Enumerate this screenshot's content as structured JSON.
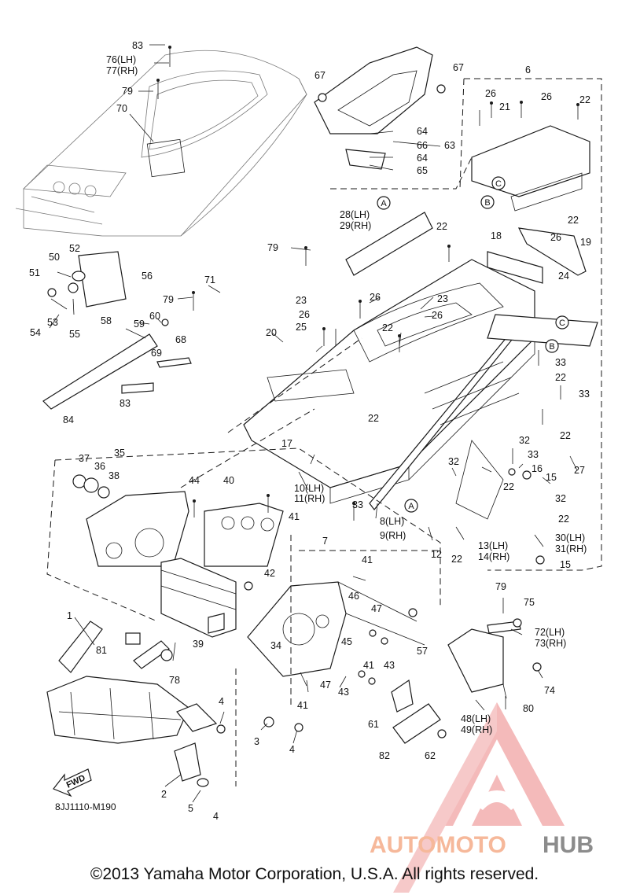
{
  "diagram_code": "8JJ1110-M190",
  "fwd_label": "FWD",
  "copyright": "©2013 Yamaha Motor Corporation, U.S.A. All rights reserved.",
  "watermark": {
    "part1": "AUTOMOTO",
    "part2": "HUB",
    "color_auto": "#f6b89a",
    "color_hub": "#8c8c8c",
    "logo_color": "#ee9090"
  },
  "callouts": [
    "A",
    "B",
    "C",
    "A",
    "B",
    "C"
  ],
  "labels": {
    "p1": "1",
    "p2": "2",
    "p3": "3",
    "p4a": "4",
    "p4b": "4",
    "p4c": "4",
    "p5": "5",
    "p6": "6",
    "p7": "7",
    "p8": "8(LH)",
    "p9": "9(RH)",
    "p10": "10(LH)",
    "p11": "11(RH)",
    "p12": "12",
    "p13": "13(LH)",
    "p14": "14(RH)",
    "p15a": "15",
    "p15b": "15",
    "p16": "16",
    "p17": "17",
    "p18": "18",
    "p19": "19",
    "p20": "20",
    "p21": "21",
    "p22a": "22",
    "p22b": "22",
    "p22c": "22",
    "p22d": "22",
    "p22e": "22",
    "p22f": "22",
    "p22g": "22",
    "p22h": "22",
    "p22i": "22",
    "p23a": "23",
    "p23b": "23",
    "p24": "24",
    "p25": "25",
    "p26a": "26",
    "p26b": "26",
    "p26c": "26",
    "p26d": "26",
    "p26e": "26",
    "p26f": "26",
    "p27": "27",
    "p28": "28(LH)",
    "p29": "29(RH)",
    "p30": "30(LH)",
    "p31": "31(RH)",
    "p32a": "32",
    "p32b": "32",
    "p32c": "32",
    "p33a": "33",
    "p33b": "33",
    "p33c": "33",
    "p33d": "33",
    "p34": "34",
    "p35": "35",
    "p36": "36",
    "p37": "37",
    "p38": "38",
    "p39": "39",
    "p40": "40",
    "p41a": "41",
    "p41b": "41",
    "p41c": "41",
    "p41d": "41",
    "p42": "42",
    "p43a": "43",
    "p43b": "43",
    "p44": "44",
    "p45": "45",
    "p46": "46",
    "p47a": "47",
    "p47b": "47",
    "p48": "48(LH)",
    "p49": "49(RH)",
    "p50": "50",
    "p51": "51",
    "p52": "52",
    "p53": "53",
    "p54": "54",
    "p55": "55",
    "p56": "56",
    "p57": "57",
    "p58": "58",
    "p59": "59",
    "p60": "60",
    "p61": "61",
    "p62": "62",
    "p63": "63",
    "p64a": "64",
    "p64b": "64",
    "p65": "65",
    "p66": "66",
    "p67a": "67",
    "p67b": "67",
    "p68": "68",
    "p69": "69",
    "p70": "70",
    "p71": "71",
    "p72": "72(LH)",
    "p73": "73(RH)",
    "p74": "74",
    "p75": "75",
    "p76": "76(LH)",
    "p77": "77(RH)",
    "p78": "78",
    "p79a": "79",
    "p79b": "79",
    "p79c": "79",
    "p79d": "79",
    "p80": "80",
    "p81": "81",
    "p82": "82",
    "p83a": "83",
    "p83b": "83",
    "p84": "84"
  }
}
